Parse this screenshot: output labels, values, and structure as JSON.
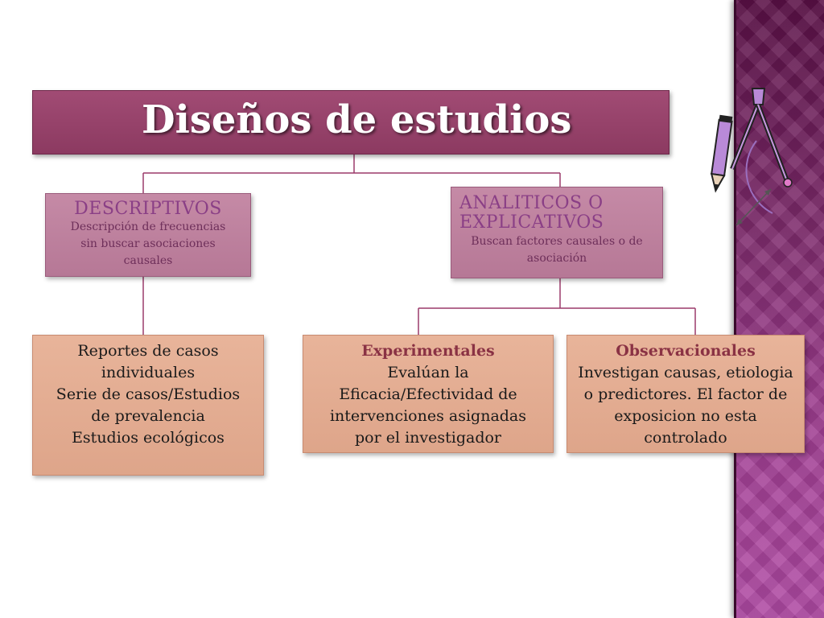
{
  "title": "Diseños de estudios",
  "descriptivos": {
    "heading": "DESCRIPTIVOS",
    "lines": [
      "Descripción de frecuencias",
      "sin buscar asociaciones",
      "causales"
    ]
  },
  "analiticos": {
    "heading_lines": [
      "ANALITICOS O",
      "EXPLICATIVOS"
    ],
    "sub_lines": [
      "Buscan factores causales o de",
      "asociación"
    ]
  },
  "reportes": {
    "lines": [
      "Reportes de casos",
      "individuales",
      "Serie de casos/Estudios",
      "de prevalencia",
      "Estudios ecológicos"
    ]
  },
  "experimentales": {
    "heading": "Experimentales",
    "lines": [
      "Evalúan la",
      "Eficacia/Efectividad de",
      "intervenciones asignadas",
      "por el investigador"
    ]
  },
  "observacionales": {
    "heading": "Observacionales",
    "lines": [
      "Investigan causas, etiologia",
      "o predictores. El factor de",
      "exposicion no esta",
      "controlado"
    ]
  },
  "colors": {
    "title_bg": "#8c3a61",
    "mauve_box": "#b67896",
    "peach_box": "#dea58a",
    "side_band": "#7c2a6a",
    "connector": "#9b3a6a"
  },
  "decoration": {
    "icon": "compass-pencil-icon"
  }
}
